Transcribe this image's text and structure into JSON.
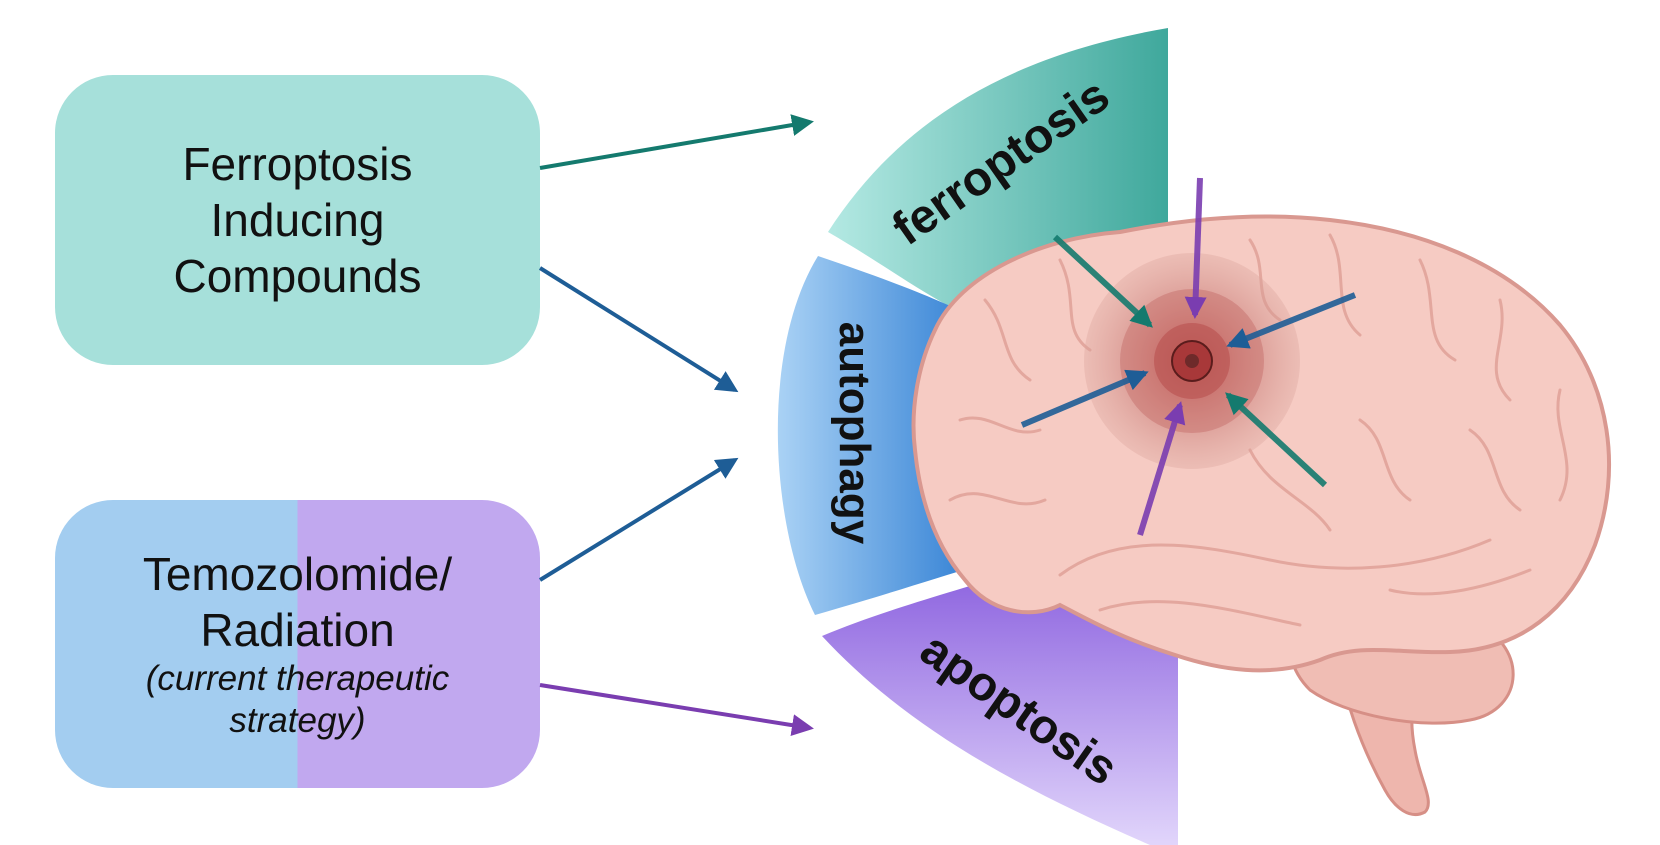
{
  "left_boxes": {
    "ferroptosis_inducers": {
      "line1": "Ferroptosis",
      "line2": "Inducing",
      "line3": "Compounds",
      "color": "#a6e0da"
    },
    "current_therapy": {
      "line1": "Temozolomide/",
      "line2": "Radiation",
      "note1": "(current therapeutic",
      "note2": "strategy)",
      "color_left": "#a3cdf0",
      "color_right": "#c1a8ef"
    }
  },
  "segments": {
    "ferroptosis": {
      "label": "ferroptosis",
      "color": "#3fb5a8"
    },
    "autophagy": {
      "label": "autophagy",
      "color": "#4a8fd6"
    },
    "apoptosis": {
      "label": "apoptosis",
      "color": "#8f6ae0"
    }
  },
  "arrow_colors": {
    "teal": "#147a6e",
    "blue": "#1e5d96",
    "purple": "#7a3db0"
  },
  "icons": [
    "brain-icon",
    "tumor-icon"
  ]
}
